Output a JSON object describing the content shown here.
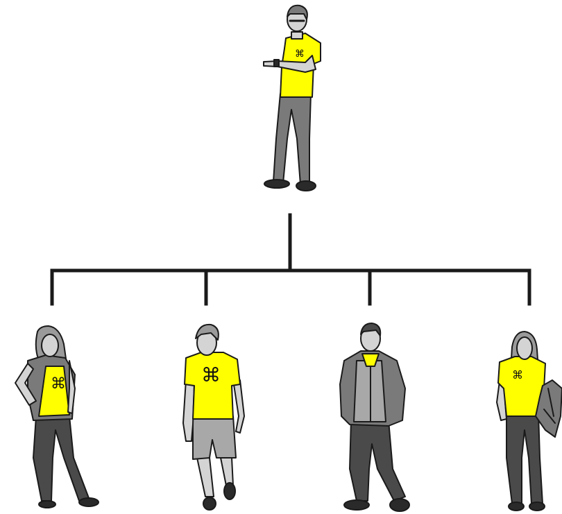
{
  "diagram": {
    "colors": {
      "shirt": "#ffff00",
      "skin": "#d4d4d4",
      "pants_dark": "#4a4a4a",
      "pants_mid": "#7a7a7a",
      "shorts": "#a8a8a8",
      "hair": "#9a9a9a",
      "connector": "#1a1a1a",
      "shoes": "#2a2a2a"
    },
    "root": {
      "figure": "manager-figure",
      "shirt_symbol": "⌘"
    },
    "children": [
      {
        "figure": "woman-with-cardigan",
        "shirt_symbol": "⌘"
      },
      {
        "figure": "man-in-shorts",
        "shirt_symbol": "⌘"
      },
      {
        "figure": "man-in-jacket",
        "shirt_symbol": ""
      },
      {
        "figure": "woman-with-coat",
        "shirt_symbol": "⌘"
      }
    ]
  }
}
